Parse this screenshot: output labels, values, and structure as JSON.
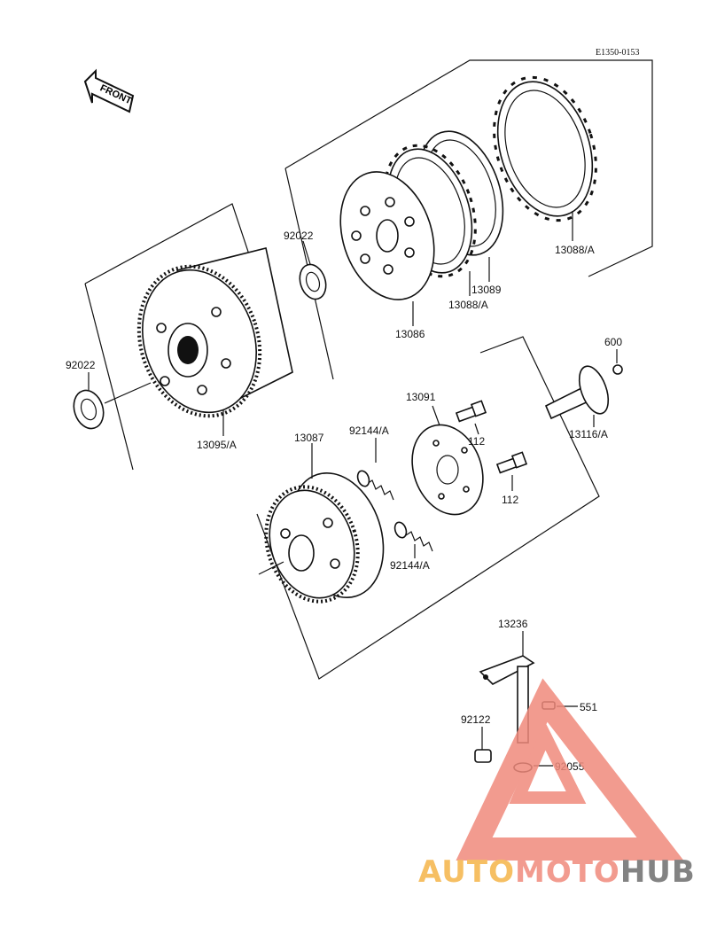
{
  "diagram": {
    "code": "E1350-0153",
    "front_label": "FRONT",
    "parts": [
      {
        "id": "p-13088a-top",
        "label": "13088/A"
      },
      {
        "id": "p-13089",
        "label": "13089"
      },
      {
        "id": "p-13088a-mid",
        "label": "13088/A"
      },
      {
        "id": "p-13086",
        "label": "13086"
      },
      {
        "id": "p-92022-upper",
        "label": "92022"
      },
      {
        "id": "p-92022-left",
        "label": "92022"
      },
      {
        "id": "p-13095a",
        "label": "13095/A"
      },
      {
        "id": "p-600",
        "label": "600"
      },
      {
        "id": "p-13116a",
        "label": "13116/A"
      },
      {
        "id": "p-13091",
        "label": "13091"
      },
      {
        "id": "p-112-upper",
        "label": "112"
      },
      {
        "id": "p-112-lower",
        "label": "112"
      },
      {
        "id": "p-92144a-upper",
        "label": "92144/A"
      },
      {
        "id": "p-92144a-lower",
        "label": "92144/A"
      },
      {
        "id": "p-13087",
        "label": "13087"
      },
      {
        "id": "p-13236",
        "label": "13236"
      },
      {
        "id": "p-551",
        "label": "551"
      },
      {
        "id": "p-92122",
        "label": "92122"
      },
      {
        "id": "p-92055",
        "label": "92055"
      }
    ]
  },
  "watermark": {
    "segments": [
      {
        "text": "AUTO",
        "color": "#f5b548"
      },
      {
        "text": "MOTO",
        "color": "#f08a7c"
      },
      {
        "text": "HUB",
        "color": "#6e6e6e"
      }
    ],
    "triangle_color": "#f08a7c"
  }
}
